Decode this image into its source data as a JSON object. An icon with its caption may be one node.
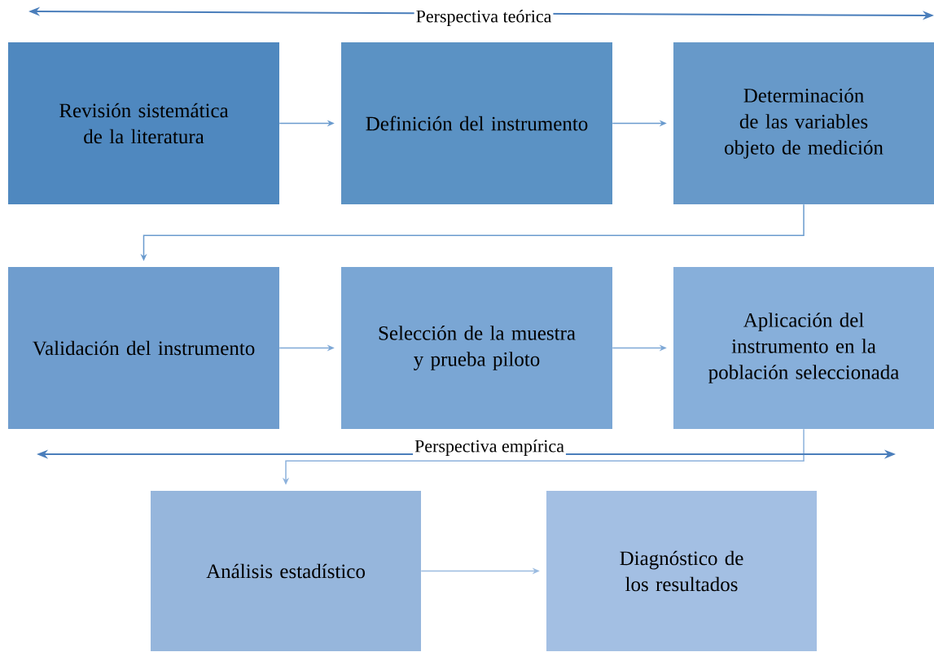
{
  "diagram": {
    "nodes": [
      {
        "text": [
          "Revisión sistemática de la literatura"
        ]
      },
      {
        "text": [
          "Definición del instrumento"
        ]
      },
      {
        "text": [
          "Determinación de las variables objeto de medición"
        ]
      },
      {
        "text": [
          "Validación del instrumento"
        ]
      },
      {
        "text": [
          "Selección de la muestra y prueba piloto"
        ]
      },
      {
        "text": [
          "Aplicación del instrumento en la población seleccionada"
        ]
      },
      {
        "text": [
          "Análisis estadístico"
        ]
      },
      {
        "text": [
          "Diagnóstico de los resultados"
        ]
      }
    ],
    "edges": [
      {
        "from": 0,
        "to": 1,
        "arrow": "to"
      },
      {
        "from": 1,
        "to": 2,
        "arrow": "to"
      },
      {
        "from": 2,
        "to": 3,
        "arrow": "to"
      },
      {
        "from": 3,
        "to": 4,
        "arrow": "to"
      },
      {
        "from": 4,
        "to": 5,
        "arrow": "to"
      },
      {
        "from": 5,
        "to": 6,
        "arrow": "to"
      },
      {
        "from": 6,
        "to": 7,
        "arrow": "to"
      }
    ],
    "labels": [
      "Perspectiva teórica",
      "Perspectiva empírica"
    ]
  }
}
